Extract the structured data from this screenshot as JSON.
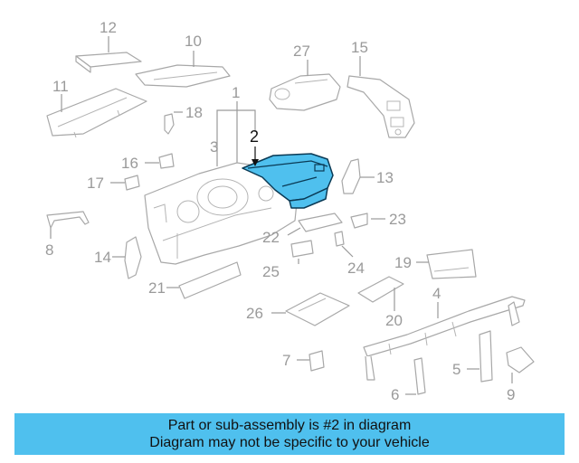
{
  "callouts": {
    "c1": "1",
    "c2": "2",
    "c3": "3",
    "c4": "4",
    "c5": "5",
    "c6": "6",
    "c7": "7",
    "c8": "8",
    "c9": "9",
    "c10": "10",
    "c11": "11",
    "c12": "12",
    "c13": "13",
    "c14": "14",
    "c15": "15",
    "c16": "16",
    "c17": "17",
    "c18": "18",
    "c19": "19",
    "c20": "20",
    "c21": "21",
    "c22": "22",
    "c23": "23",
    "c24": "24",
    "c25": "25",
    "c26": "26",
    "c27": "27"
  },
  "highlighted_part": "2",
  "colors": {
    "highlight_fill": "#4fc0ee",
    "highlight_stroke": "#0a3a55",
    "banner": "#4fc0ee",
    "line_art": "#a8a8a8"
  },
  "banner": {
    "line1": "Part or sub-assembly is #2 in diagram",
    "line2": "Diagram may not be specific to your vehicle"
  }
}
